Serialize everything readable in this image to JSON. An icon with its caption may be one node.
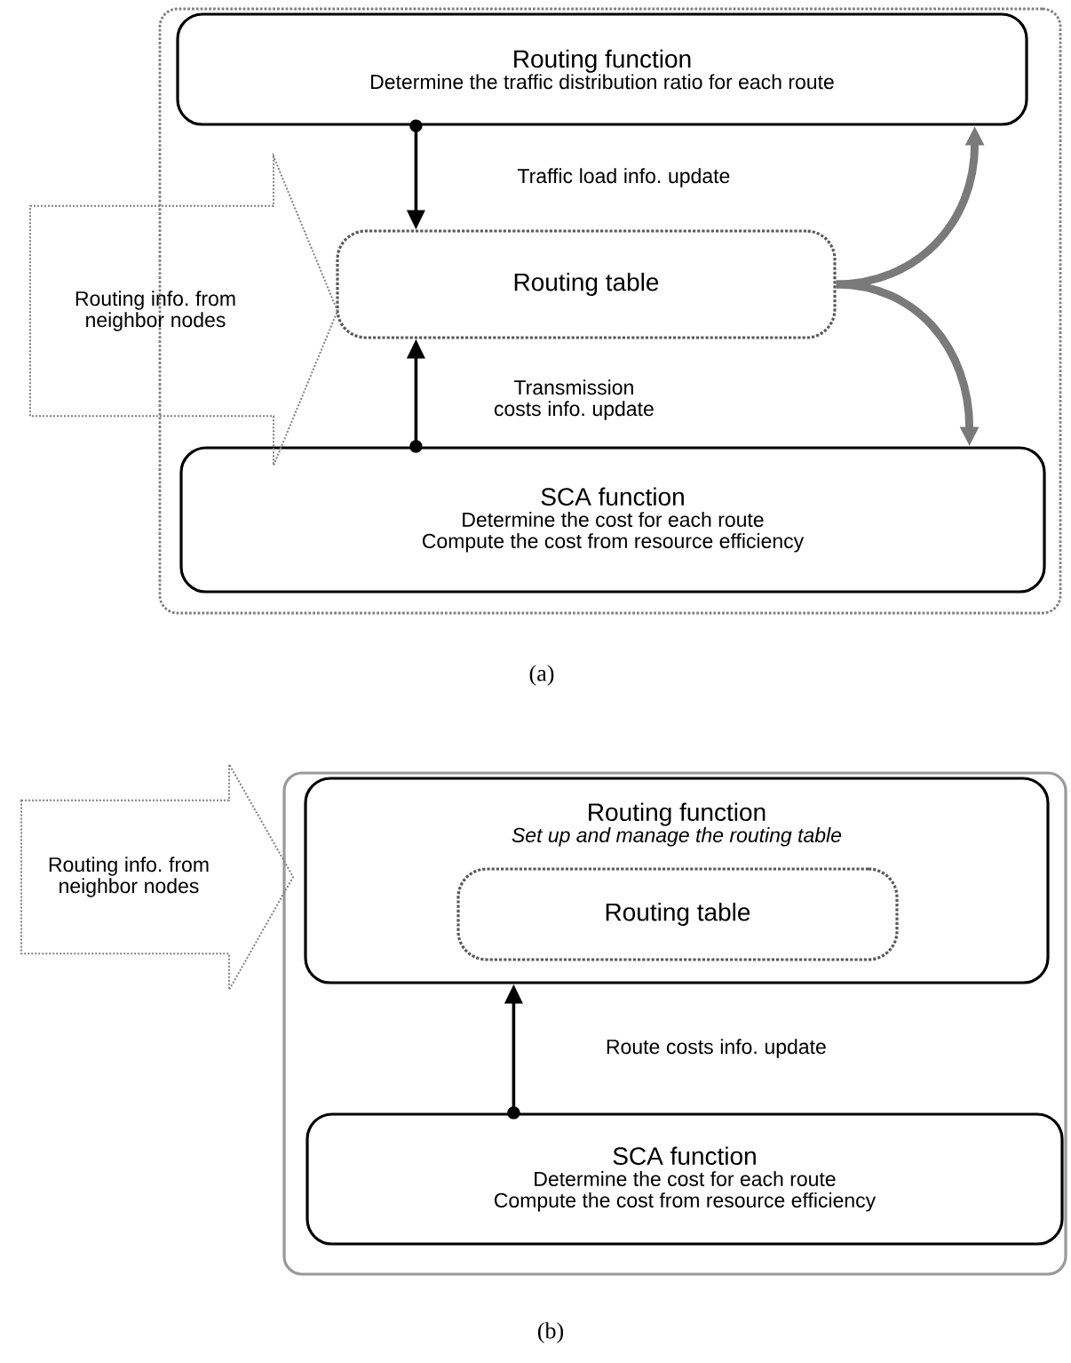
{
  "diagram": {
    "nodes": [
      {
        "text": [],
        "shape": "box"
      },
      {
        "text": [
          "Routing function",
          "Determine the traffic distribution ratio for each route"
        ],
        "in": 0
      },
      {
        "text": [
          "Routing table"
        ],
        "in": 0
      },
      {
        "text": [
          "SCA function",
          "Determine the cost for each route",
          "Compute the cost from resource efficiency"
        ],
        "in": 0
      },
      {
        "text": [
          "Routing info. from neighbor nodes"
        ]
      },
      {
        "text": [],
        "shape": "box"
      },
      {
        "text": [
          "Routing function",
          "Set up and manage the routing table"
        ],
        "in": 5
      },
      {
        "text": [
          "Routing table"
        ],
        "in": 6
      },
      {
        "text": [
          "SCA function",
          "Determine the cost for each route",
          "Compute the cost from resource efficiency"
        ],
        "in": 5
      },
      {
        "text": [
          "Routing info. from neighbor nodes"
        ]
      }
    ],
    "edges": [
      {
        "from": 1,
        "to": 2,
        "arrow": "to",
        "label": "Traffic load info. update"
      },
      {
        "from": 3,
        "to": 2,
        "arrow": "to",
        "label": "Transmission costs info. update"
      },
      {
        "from": 2,
        "to": 1,
        "arrow": "to",
        "style": "thick",
        "color": "#7a7a7a"
      },
      {
        "from": 2,
        "to": 3,
        "arrow": "to",
        "style": "thick",
        "color": "#7a7a7a"
      },
      {
        "from": 8,
        "to": 6,
        "arrow": "to",
        "label": "Route costs info. update"
      }
    ],
    "labels": [
      "(a)",
      "(b)"
    ]
  }
}
